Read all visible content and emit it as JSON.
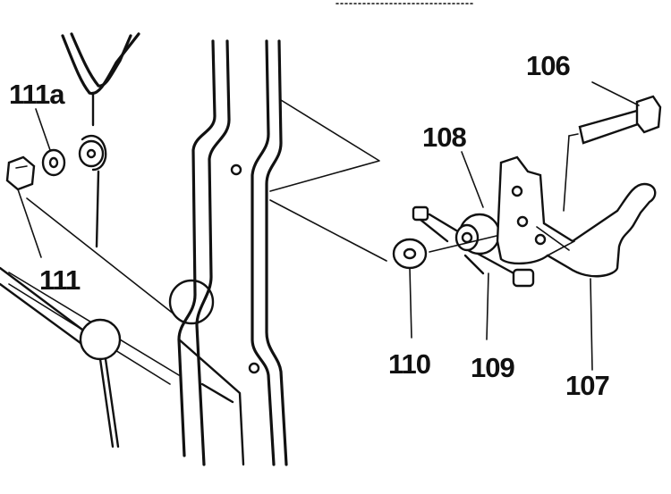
{
  "callouts": {
    "p106": "106",
    "p107": "107",
    "p108": "108",
    "p109": "109",
    "p110": "110",
    "p111": "111",
    "p111a": "111a"
  },
  "colors": {
    "ink": "#111111",
    "paper": "#ffffff"
  }
}
